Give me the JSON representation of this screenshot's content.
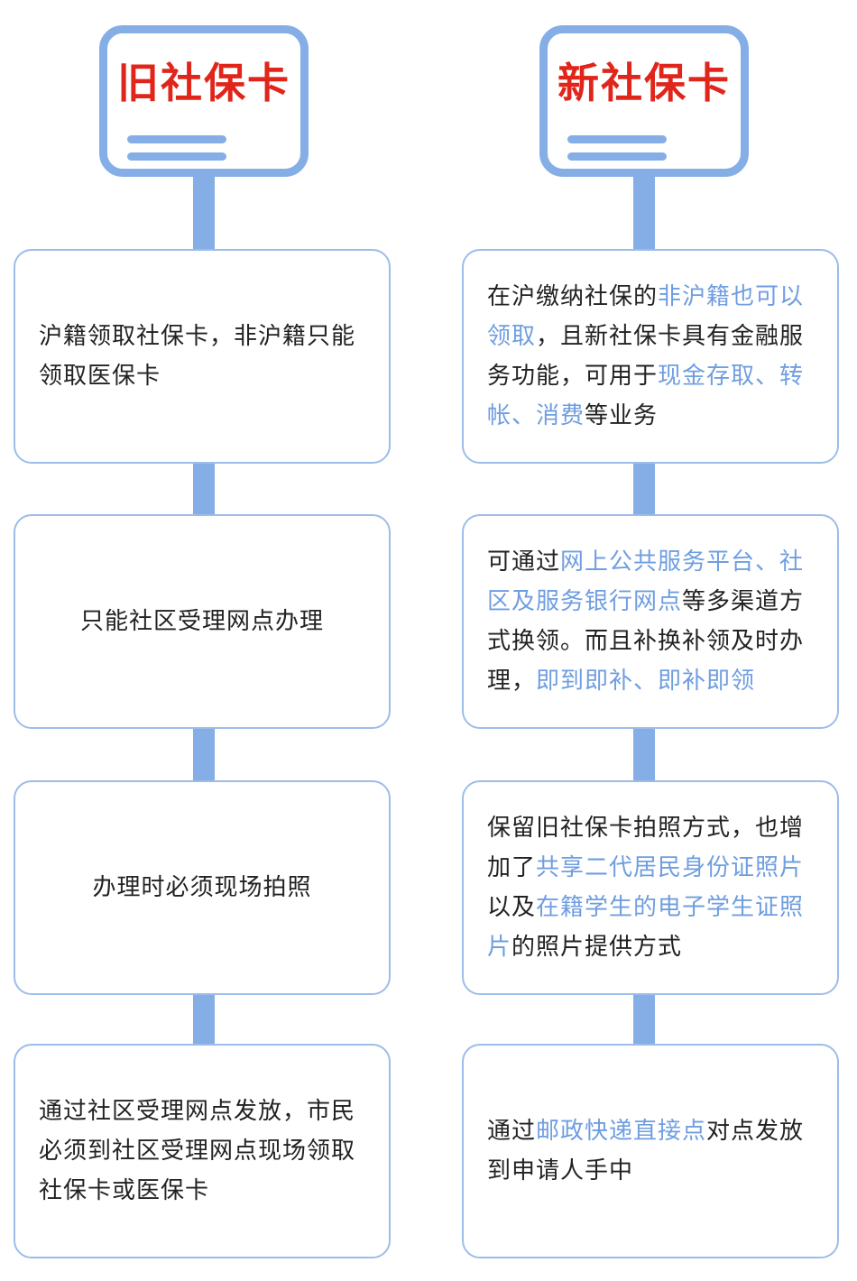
{
  "left": {
    "title": "旧社保卡",
    "items": [
      {
        "segments": [
          {
            "text": "沪籍领取社保卡，非沪籍只能领取医保卡",
            "hl": false
          }
        ]
      },
      {
        "segments": [
          {
            "text": "只能社区受理网点办理",
            "hl": false
          }
        ]
      },
      {
        "segments": [
          {
            "text": "办理时必须现场拍照",
            "hl": false
          }
        ]
      },
      {
        "segments": [
          {
            "text": "通过社区受理网点发放，市民必须到社区受理网点现场领取社保卡或医保卡",
            "hl": false
          }
        ]
      }
    ]
  },
  "right": {
    "title": "新社保卡",
    "items": [
      {
        "segments": [
          {
            "text": "在沪缴纳社保的",
            "hl": false
          },
          {
            "text": "非沪籍也可以领取",
            "hl": true
          },
          {
            "text": "，且新社保卡具有金融服务功能，可用于",
            "hl": false
          },
          {
            "text": "现金存取、转帐、消费",
            "hl": true
          },
          {
            "text": "等业务",
            "hl": false
          }
        ]
      },
      {
        "segments": [
          {
            "text": "可通过",
            "hl": false
          },
          {
            "text": "网上公共服务平台、社区及服务银行网点",
            "hl": true
          },
          {
            "text": "等多渠道方式换领。而且补换补领及时办理，",
            "hl": false
          },
          {
            "text": "即到即补、即补即领",
            "hl": true
          }
        ]
      },
      {
        "segments": [
          {
            "text": "保留旧社保卡拍照方式，也增加了",
            "hl": false
          },
          {
            "text": "共享二代居民身份证照片",
            "hl": true
          },
          {
            "text": "以及",
            "hl": false
          },
          {
            "text": "在籍学生的电子学生证照片",
            "hl": true
          },
          {
            "text": "的照片提供方式",
            "hl": false
          }
        ]
      },
      {
        "segments": [
          {
            "text": "通过",
            "hl": false
          },
          {
            "text": "邮政快递直接点",
            "hl": true
          },
          {
            "text": "对点发放到申请人手中",
            "hl": false
          }
        ]
      }
    ]
  },
  "colors": {
    "accent": "#86aee6",
    "title": "#e0251b",
    "highlight": "#6f9ee0",
    "text": "#222222"
  }
}
